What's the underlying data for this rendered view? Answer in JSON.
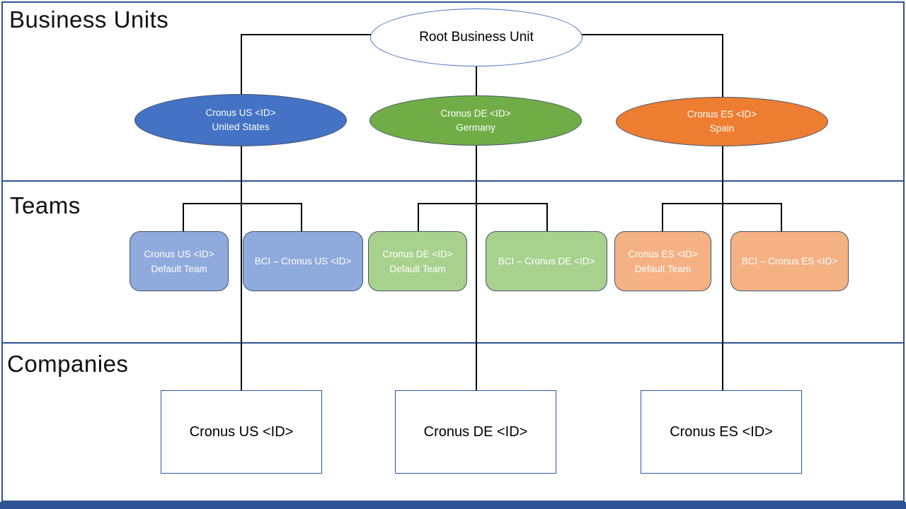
{
  "diagram": {
    "sections": {
      "business_units": {
        "label": "Business Units"
      },
      "teams": {
        "label": "Teams"
      },
      "companies": {
        "label": "Companies"
      }
    },
    "root": {
      "label": "Root Business Unit"
    },
    "business_units": [
      {
        "line1": "Cronus US <ID>",
        "line2": "United States",
        "fill": "#4472C4"
      },
      {
        "line1": "Cronus DE <ID>",
        "line2": "Germany",
        "fill": "#70AD47"
      },
      {
        "line1": "Cronus ES <ID>",
        "line2": "Spain",
        "fill": "#ED7D31"
      }
    ],
    "teams": [
      {
        "line1": "Cronus US <ID>",
        "line2": "Default Team",
        "fill": "#8FAADC"
      },
      {
        "line1": "BCI – Cronus US <ID>",
        "line2": "",
        "fill": "#8FAADC"
      },
      {
        "line1": "Cronus DE <ID>",
        "line2": "Default Team",
        "fill": "#A9D18E"
      },
      {
        "line1": "BCI – Cronus DE <ID>",
        "line2": "",
        "fill": "#A9D18E"
      },
      {
        "line1": "Cronus ES <ID>",
        "line2": "Default Team",
        "fill": "#F4B183"
      },
      {
        "line1": "BCI – Cronus ES <ID>",
        "line2": "",
        "fill": "#F4B183"
      }
    ],
    "companies": [
      {
        "label": "Cronus US <ID>"
      },
      {
        "label": "Cronus DE <ID>"
      },
      {
        "label": "Cronus ES <ID>"
      }
    ],
    "colors": {
      "frame_and_dividers": "#2F5496",
      "footer_bar": "#2F5496",
      "connector": "#000000",
      "root_border": "#4472C4",
      "shape_border": "#44546A",
      "bu_us_fill": "#4472C4",
      "bu_de_fill": "#70AD47",
      "bu_es_fill": "#ED7D31",
      "team_us_fill": "#8FAADC",
      "team_de_fill": "#A9D18E",
      "team_es_fill": "#F4B183",
      "text_on_color": "#FFFFFF",
      "text_dark": "#000000"
    }
  }
}
